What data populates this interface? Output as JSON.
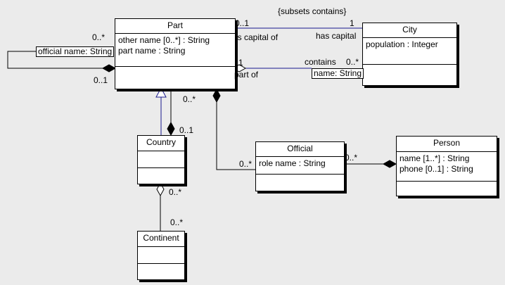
{
  "classes": {
    "part": {
      "name": "Part",
      "attrs": [
        "other name [0..*] : String",
        "part name : String"
      ]
    },
    "city": {
      "name": "City",
      "attrs": [
        "population : Integer"
      ]
    },
    "country": {
      "name": "Country"
    },
    "continent": {
      "name": "Continent"
    },
    "official": {
      "name": "Official",
      "attrs": [
        "role name : String"
      ]
    },
    "person": {
      "name": "Person",
      "attrs": [
        "name [1..*] : String",
        "phone [0..1] : String"
      ]
    }
  },
  "qualifiers": {
    "official_name": "official name: String",
    "name": "name: String"
  },
  "labels": {
    "constraint": "{subsets contains}",
    "capital_mult_part": "0..1",
    "capital_mult_city": "1",
    "is_capital_of": "is capital of",
    "has_capital": "has capital",
    "contains_mult_part": "1",
    "contains_mult_city": "0..*",
    "contains": "contains",
    "part_of": "part of",
    "self_mult_top": "0..*",
    "self_mult_bottom": "0..1",
    "country_mult_part": "0..*",
    "country_mult_country": "0..1",
    "official_mult_part": "0..*",
    "official_mult_person": "0..*",
    "continent_mult_top": "0..*",
    "continent_mult_bottom": "0..*"
  },
  "colors": {
    "background": "#ebebeb",
    "line": "#1a1a8c",
    "box": "#ffffff"
  }
}
